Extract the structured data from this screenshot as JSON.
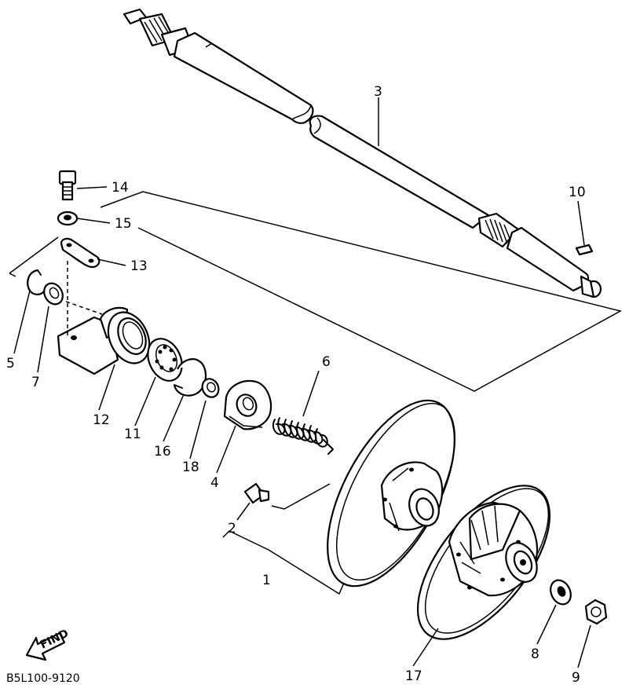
{
  "diagram": {
    "code": "B5L100-9120",
    "find_label": "FIND",
    "callouts": [
      {
        "id": "c1",
        "text": "1"
      },
      {
        "id": "c2",
        "text": "2"
      },
      {
        "id": "c3",
        "text": "3"
      },
      {
        "id": "c4",
        "text": "4"
      },
      {
        "id": "c5",
        "text": "5"
      },
      {
        "id": "c6",
        "text": "6"
      },
      {
        "id": "c7",
        "text": "7"
      },
      {
        "id": "c8",
        "text": "8"
      },
      {
        "id": "c9",
        "text": "9"
      },
      {
        "id": "c10",
        "text": "10"
      },
      {
        "id": "c11",
        "text": "11"
      },
      {
        "id": "c12",
        "text": "12"
      },
      {
        "id": "c13",
        "text": "13"
      },
      {
        "id": "c14",
        "text": "14"
      },
      {
        "id": "c15",
        "text": "15"
      },
      {
        "id": "c16",
        "text": "16"
      },
      {
        "id": "c17",
        "text": "17"
      },
      {
        "id": "c18",
        "text": "18"
      }
    ]
  }
}
